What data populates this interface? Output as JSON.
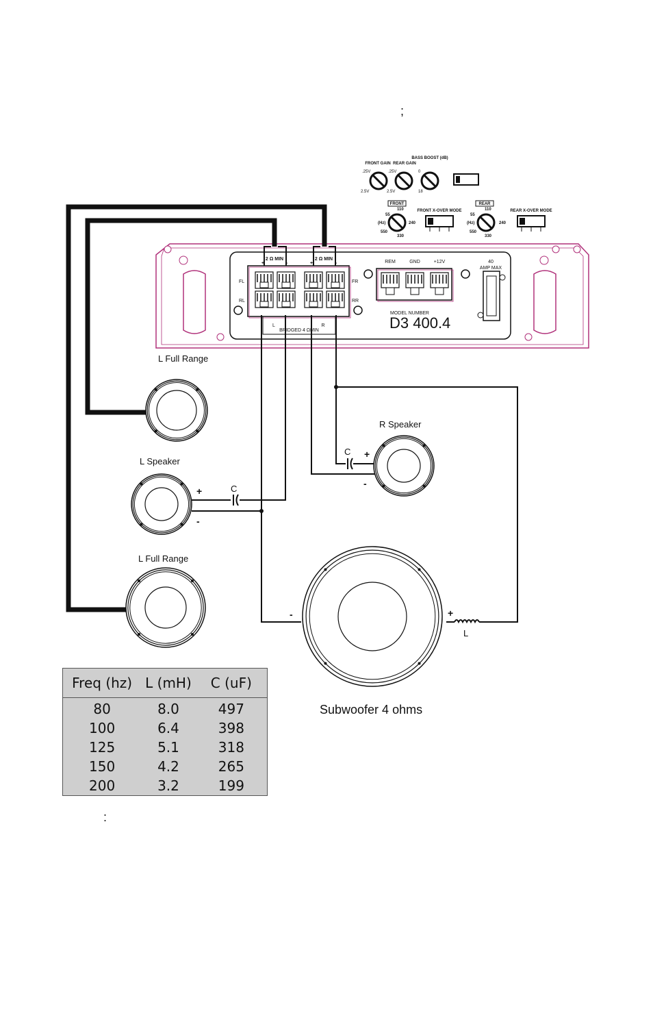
{
  "top_mark": ";",
  "bottom_mark": ":",
  "controls": {
    "front_gain": "FRONT GAIN",
    "rear_gain": "REAR GAIN",
    "bass_boost": "BASS BOOST (dB)",
    "v_low_1": ".25V",
    "v_high_1": "2.5V",
    "v_low_2": ".25V",
    "v_high_2": "2.5V",
    "bb_0": "0",
    "bb_18": "18",
    "front_box": "FRONT",
    "rear_box": "REAR",
    "front_xover": "FRONT X-OVER MODE",
    "rear_xover": "REAR X-OVER MODE",
    "hz": "(Hz)",
    "f55": "55",
    "f110": "110",
    "f240": "240",
    "f550": "550",
    "f330": "330"
  },
  "amp": {
    "model_label": "MODEL NUMBER",
    "model": "D3 400.4",
    "min_left": "2 Ω MIN",
    "min_right": "2 Ω MIN",
    "fl": "FL",
    "rl": "RL",
    "fr": "FR",
    "rr": "RR",
    "plus": "+",
    "minus": "-",
    "bridged": "BRIDGED 4 ΩMIN",
    "l": "L",
    "r": "R",
    "rem": "REM",
    "gnd": "GND",
    "v12": "+12V",
    "fuse_value": "40",
    "amp_max": "AMP MAX"
  },
  "labels": {
    "l_full_range_top": "L Full Range",
    "l_speaker": "L Speaker",
    "l_full_range_bottom": "L Full Range",
    "r_speaker": "R Speaker",
    "subwoofer": "Subwoofer 4 ohms",
    "cap": "C",
    "inductor": "L",
    "plus": "+",
    "minus": "-"
  },
  "table": {
    "headers": [
      "Freq (hz)",
      "L (mH)",
      "C (uF)"
    ],
    "rows": [
      [
        "80",
        "8.0",
        "497"
      ],
      [
        "100",
        "6.4",
        "398"
      ],
      [
        "125",
        "5.1",
        "318"
      ],
      [
        "150",
        "4.2",
        "265"
      ],
      [
        "200",
        "3.2",
        "199"
      ]
    ]
  },
  "colors": {
    "chassis": "#b0307a",
    "line": "#111111",
    "table_bg": "#cfcfcf"
  }
}
